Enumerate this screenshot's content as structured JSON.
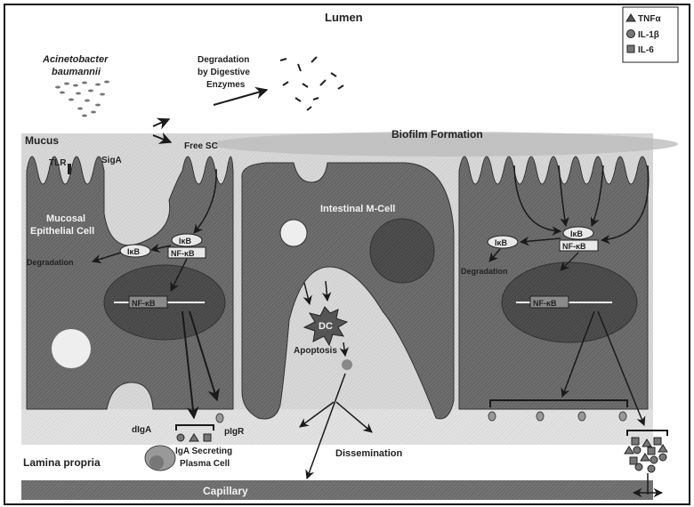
{
  "diagram": {
    "regions": {
      "lumen": "Lumen",
      "mucus": "Mucus",
      "lamina_propria": "Lamina propria",
      "capillary": "Capillary"
    },
    "legend": [
      {
        "shape": "triangle",
        "label": "TNFα"
      },
      {
        "shape": "circle",
        "label": "IL-1β"
      },
      {
        "shape": "square",
        "label": "IL-6"
      }
    ],
    "bacteria_label_line1": "Acinetobacter",
    "bacteria_label_line2": "baumannii",
    "degradation_enzymes": [
      "Degradation",
      "by Digestive",
      "Enzymes"
    ],
    "free_sc": "Free SC",
    "biofilm": "Biofilm Formation",
    "tlr": "TLR",
    "siga": "SigA",
    "epithelial_cell": [
      "Mucosal",
      "Epithelial Cell"
    ],
    "ikb": "IκB",
    "nfkb": "NF-κB",
    "degradation": "Degradation",
    "m_cell": "Intestinal M-Cell",
    "dc": "DC",
    "apoptosis": "Apoptosis",
    "dissemination": "Dissemination",
    "diga": "dIgA",
    "pigr": "pIgR",
    "plasma_cell": [
      "IgA Secreting",
      "Plasma Cell"
    ],
    "colors": {
      "cell": "#6e6e6e",
      "nucleus": "#4a4a4a",
      "mucus": "#d6d6d6",
      "lamina": "#e4e4e4",
      "capillary": "#707070",
      "biofilm": "#c4c4c4",
      "ink": "#1a1a1a"
    }
  }
}
